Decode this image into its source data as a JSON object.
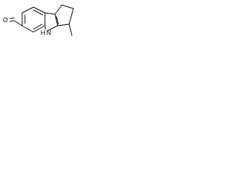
{
  "molecule": {
    "atom_labels": {
      "aldehyde_oxygen": "O",
      "ring_nitrogen": "N",
      "ring_hydrogen": "H"
    },
    "colors": {
      "bond": "#000000",
      "label": "#000000",
      "background": "#ffffff"
    }
  }
}
